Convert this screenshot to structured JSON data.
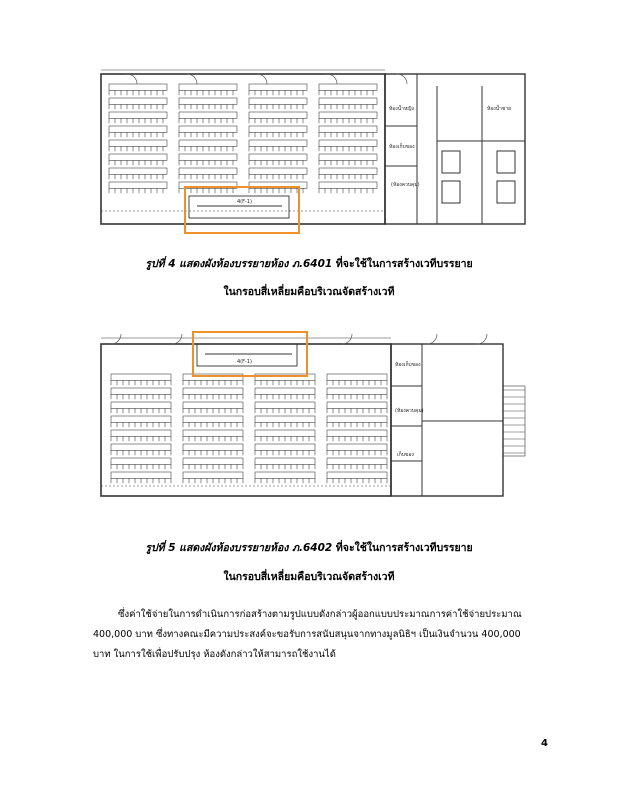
{
  "figure1": {
    "caption_line1_italic": "รูปที่ 4 แสดงผังห้องบรรยายห้อง ภ.6401",
    "caption_line1_rest": " ที่จะใช้ในการสร้างเวทีบรรยาย",
    "caption_line2": "ในกรอบสี่เหลี่ยมคือบริเวณจัดสร้างเวที",
    "plan_labels": [
      "ห้องน้ำหญิง",
      "ห้องเก็บของ",
      "ห้องน้ำชาย",
      "(ห้องควบคุม)",
      "4(F-1)"
    ],
    "highlight_color": "#f0902a"
  },
  "figure2": {
    "caption_line1_italic": "รูปที่ 5  แสดงผังห้องบรรยายห้อง ภ.6402",
    "caption_line1_rest": " ที่จะใช้ในการสร้างเวทีบรรยาย",
    "caption_line2": "ในกรอบสี่เหลี่ยมคือบริเวณจัดสร้างเวที",
    "plan_labels": [
      "ห้องเก็บของ",
      "(ห้องควบคุม)",
      "เก็บของ",
      "4(F-1)"
    ],
    "highlight_color": "#f0902a"
  },
  "body": {
    "line1": "ซึ่งค่าใช้จ่ายในการดำเนินการก่อสร้างตามรูปแบบดังกล่าวผู้ออกแบบประมาณการค่าใช้จ่ายประมาณ",
    "line2": "400,000 บาท ซึ่งทางคณะมีความประสงค์จะขอรับการสนับสนุนจากทางมูลนิธิฯ เป็นเงินจำนวน 400,000",
    "line3": "บาท ในการใช้เพื่อปรับปรุง ห้องดังกล่าวให้สามารถใช้งานได้"
  },
  "page_number": "4"
}
